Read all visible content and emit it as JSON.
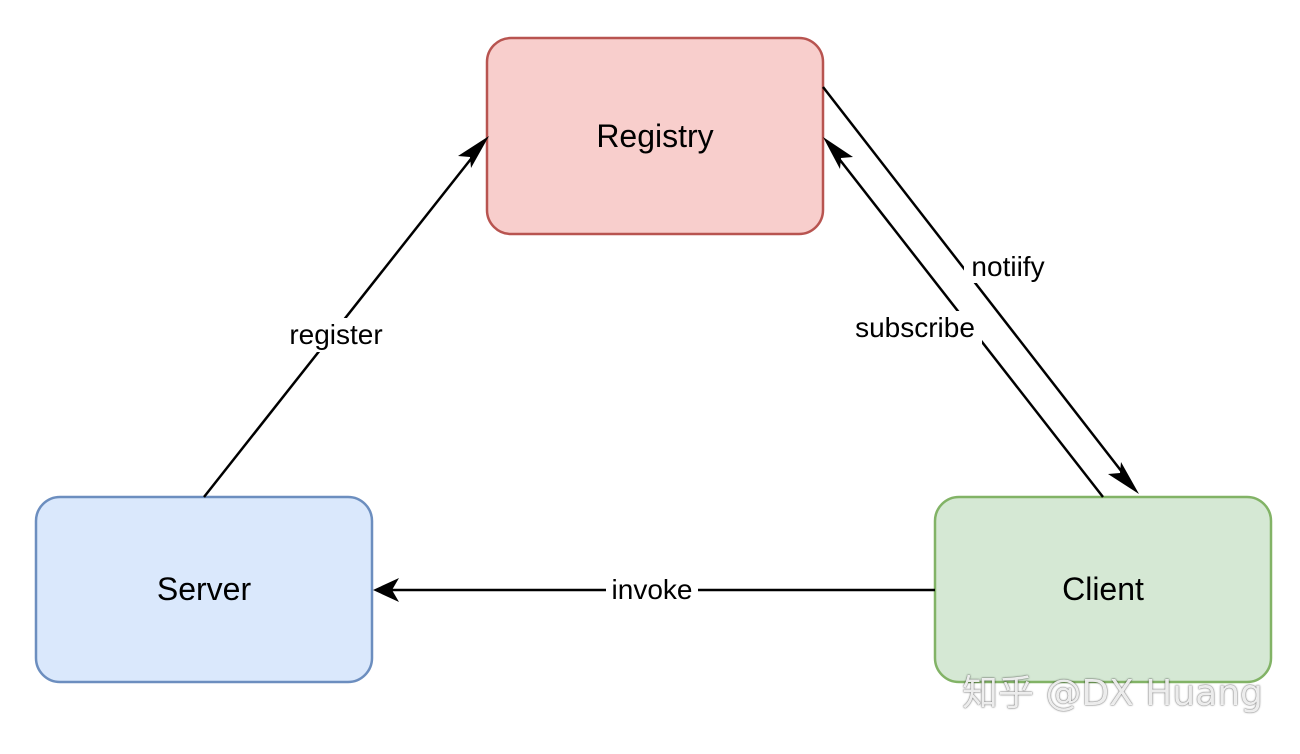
{
  "nodes": {
    "registry": {
      "label": "Registry",
      "fill": "#f8cecc",
      "stroke": "#b85450"
    },
    "server": {
      "label": "Server",
      "fill": "#dae8fc",
      "stroke": "#6c8ebf"
    },
    "client": {
      "label": "Client",
      "fill": "#d5e8d4",
      "stroke": "#82b366"
    }
  },
  "edges": {
    "register": {
      "label": "register",
      "from": "Server",
      "to": "Registry"
    },
    "subscribe": {
      "label": "subscribe",
      "from": "Client",
      "to": "Registry"
    },
    "notify": {
      "label": "notiify",
      "from": "Registry",
      "to": "Client"
    },
    "invoke": {
      "label": "invoke",
      "from": "Client",
      "to": "Server"
    }
  },
  "watermark": {
    "text": "知乎 @DX Huang"
  }
}
